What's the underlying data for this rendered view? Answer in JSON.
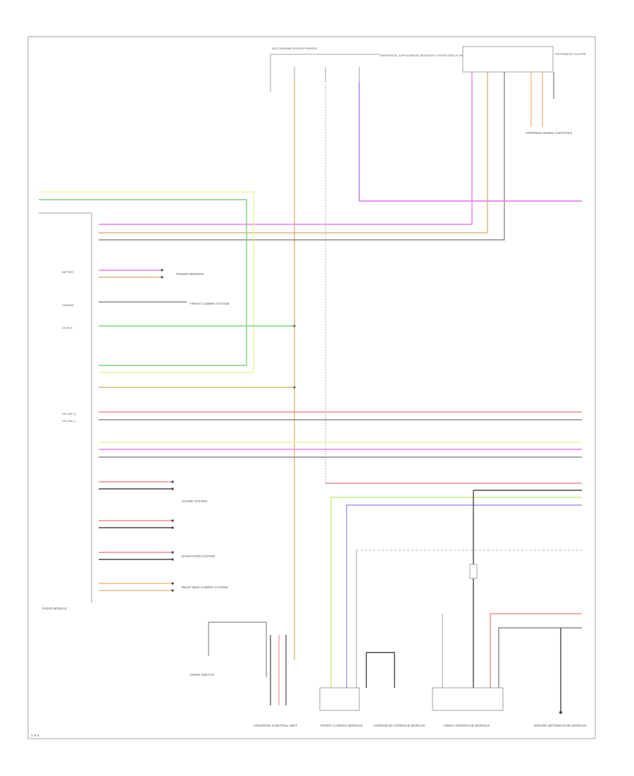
{
  "colors": {
    "frame": "#9a9a9a",
    "wire_gray": "#8a8a8a",
    "wire_yellow": "#f2f29a",
    "wire_green": "#7fcf7f",
    "wire_magenta": "#f07ef0",
    "wire_tan": "#d7b77a",
    "wire_red": "#f28b8b",
    "wire_blue": "#9a9af2",
    "wire_lime": "#c8ee7a",
    "wire_orange": "#f2b87a",
    "wire_black": "#444444",
    "wire_pink": "#f2a8c8",
    "wire_violet": "#b27ae0"
  },
  "labels": {
    "top_connector": "AUTO DIMMING INTERIOR MIRROR",
    "top_note": "REFERENCE: SUPPLEMENTAL RESTRAINT SYSTEM CIRCUIT BREAKER",
    "instrument_cluster": "INSTRUMENT CLUSTER",
    "mid_right_group": "SOUND SYSTEM",
    "navigation": "NAVIGATION SYSTEM",
    "mirrors": "POWER MIRRORS",
    "rear_view": "REAR VIEW CAMERA SYSTEM",
    "front_camera": "FRONT CAMERA SYSTEM",
    "steering": "STEERING WHEEL CONTROLS",
    "module": "RADIO MODULE",
    "page_ref": "2 of 8",
    "module_pins": [
      "BATTERY",
      "GROUND",
      "LIN BUS",
      "HS CAN (+)",
      "HS CAN (-)"
    ],
    "bottom_components": [
      "STEERING CONTROL UNIT",
      "FRONT CAMERA MODULE",
      "OVERHEAD CONSOLE MODULE",
      "VIDEO INTERFACE MODULE",
      "DRIVER INFORMATION MODULE"
    ],
    "left_bottom_component": "HORN SWITCH"
  }
}
